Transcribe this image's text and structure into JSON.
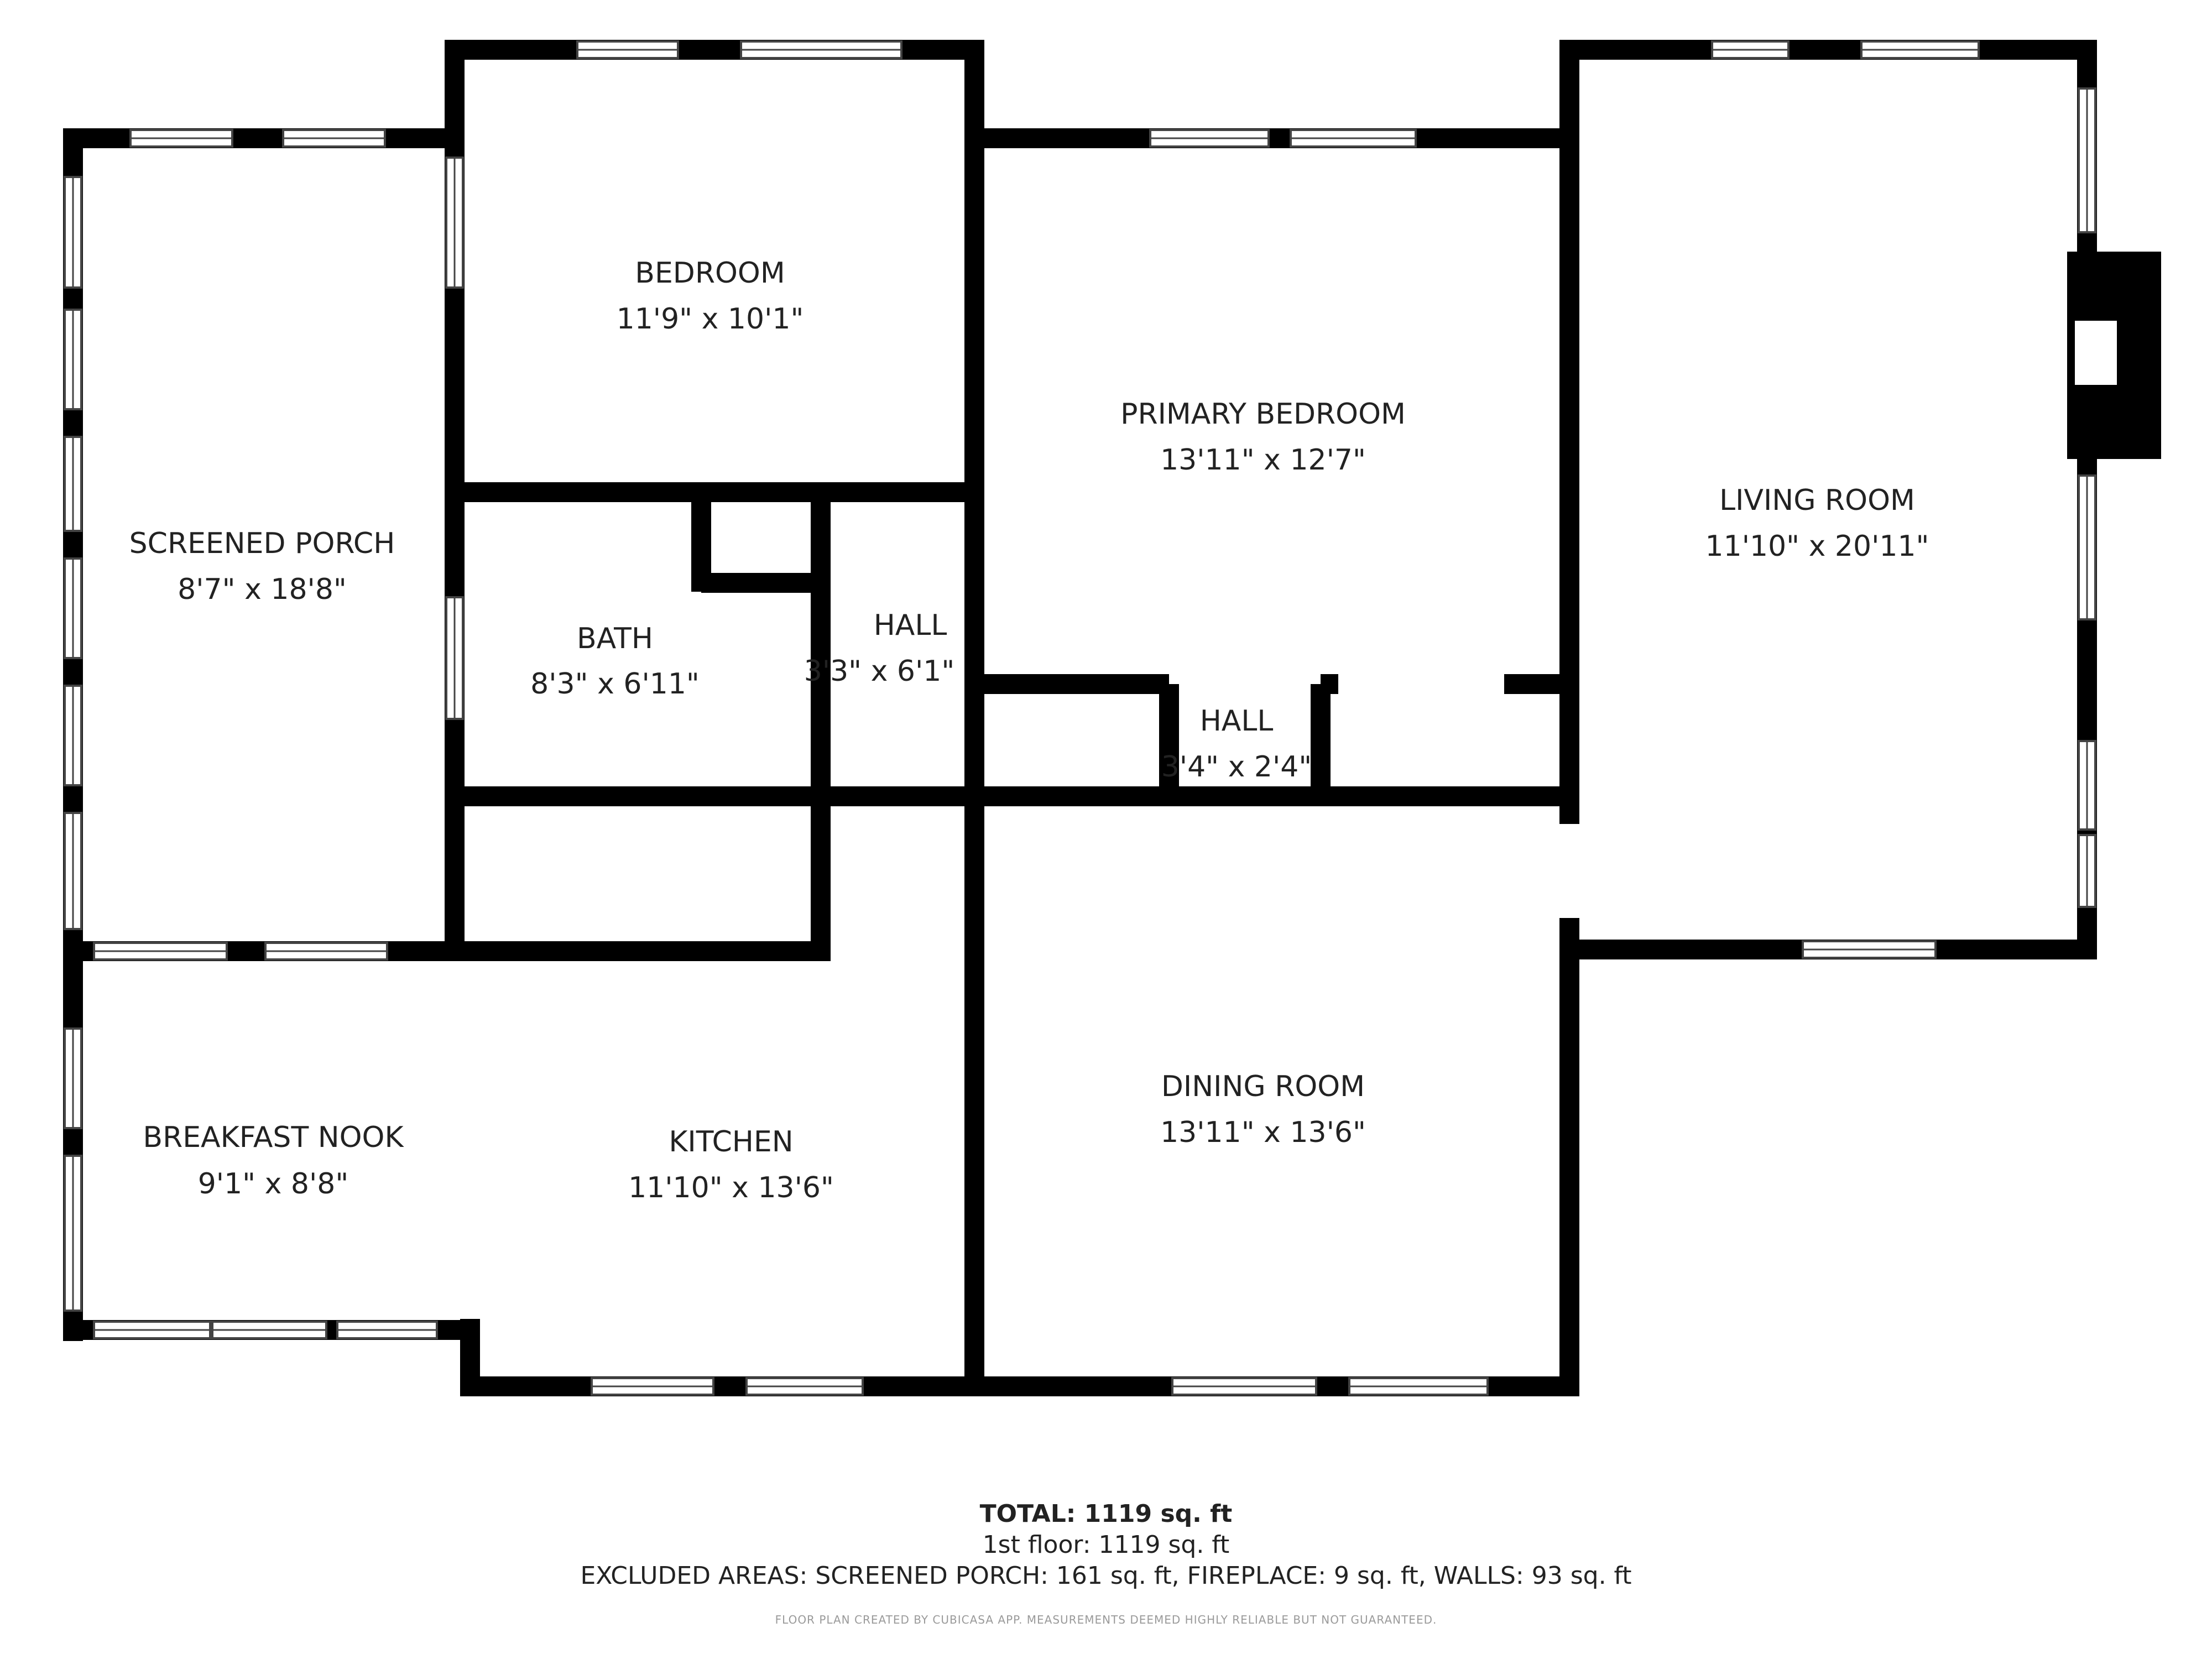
{
  "rooms": [
    {
      "name": "BEDROOM",
      "size": "11'9\" x 10'1\""
    },
    {
      "name": "SCREENED PORCH",
      "size": "8'7\" x 18'8\""
    },
    {
      "name": "PRIMARY BEDROOM",
      "size": "13'11\" x 12'7\""
    },
    {
      "name": "LIVING ROOM",
      "size": "11'10\" x 20'11\""
    },
    {
      "name": "BATH",
      "size": "8'3\" x 6'11\""
    },
    {
      "name": "HALL",
      "size": "3'3\" x 6'1\""
    },
    {
      "name": "HALL",
      "size": "3'4\" x 2'4\""
    },
    {
      "name": "BREAKFAST NOOK",
      "size": "9'1\" x 8'8\""
    },
    {
      "name": "KITCHEN",
      "size": "11'10\" x 13'6\""
    },
    {
      "name": "DINING ROOM",
      "size": "13'11\" x 13'6\""
    }
  ],
  "footer": {
    "total": "TOTAL: 1119 sq. ft",
    "floor": "1st floor: 1119 sq. ft",
    "excluded": "EXCLUDED AREAS: SCREENED PORCH: 161 sq. ft, FIREPLACE: 9 sq. ft, WALLS: 93 sq. ft",
    "credit": "FLOOR PLAN CREATED BY CUBICASA APP. MEASUREMENTS DEEMED HIGHLY RELIABLE BUT NOT GUARANTEED."
  },
  "colors": {
    "wall": "#000000",
    "window_frame": "#444444",
    "background": "#ffffff"
  }
}
